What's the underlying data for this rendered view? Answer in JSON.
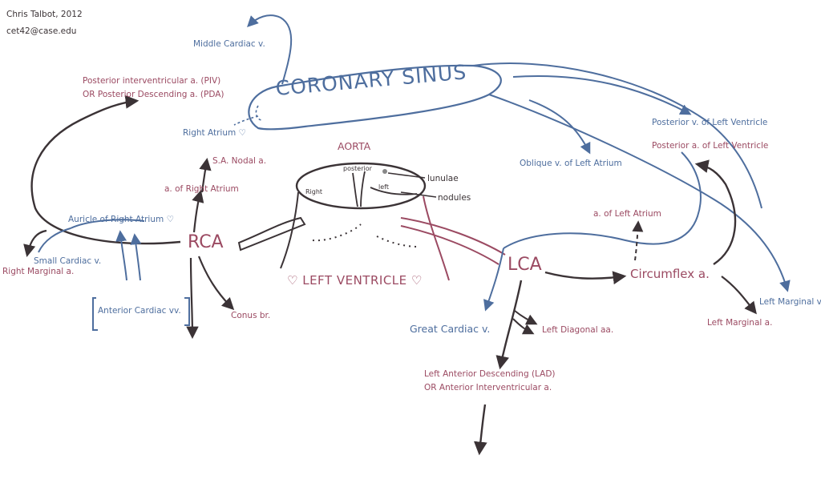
{
  "credit": {
    "author": "Chris Talbot, 2012",
    "email": "cet42@case.edu"
  },
  "labels": {
    "coronary_sinus": "CORONARY SINUS",
    "middle_cardiac": "Middle Cardiac v.",
    "piv_line1": "Posterior interventricular a. (PIV)",
    "piv_line2": "OR Posterior Descending a. (PDA)",
    "right_atrium": "Right Atrium ♡",
    "aorta": "AORTA",
    "posterior": "posterior",
    "right": "Right",
    "left": "left",
    "lunulae": "lunulae",
    "nodules": "nodules",
    "sa_nodal": "S.A. Nodal a.",
    "a_right_atrium": "a. of Right Atrium",
    "auricle_right_atrium": "Auricle of Right Atrium ♡",
    "small_cardiac": "Small Cardiac v.",
    "right_marginal": "Right Marginal a.",
    "rca": "RCA",
    "anterior_cardiac": "Anterior Cardiac vv.",
    "conus": "Conus br.",
    "left_ventricle": "♡ LEFT VENTRICLE ♡",
    "lca": "LCA",
    "great_cardiac": "Great Cardiac v.",
    "left_diagonal": "Left Diagonal aa.",
    "lad_line1": "Left Anterior Descending (LAD)",
    "lad_line2": "OR Anterior Interventricular a.",
    "a_left_atrium": "a. of Left Atrium",
    "oblique": "Oblique v. of Left Atrium",
    "post_v_lv": "Posterior v. of Left Ventricle",
    "post_a_lv": "Posterior a. of Left Ventricle",
    "circumflex": "Circumflex a.",
    "left_marginal_v": "Left Marginal v.",
    "left_marginal_a": "Left Marginal a."
  },
  "colors": {
    "vein": "#4e6e9e",
    "artery": "#9b4a62",
    "ink": "#3b3336"
  }
}
